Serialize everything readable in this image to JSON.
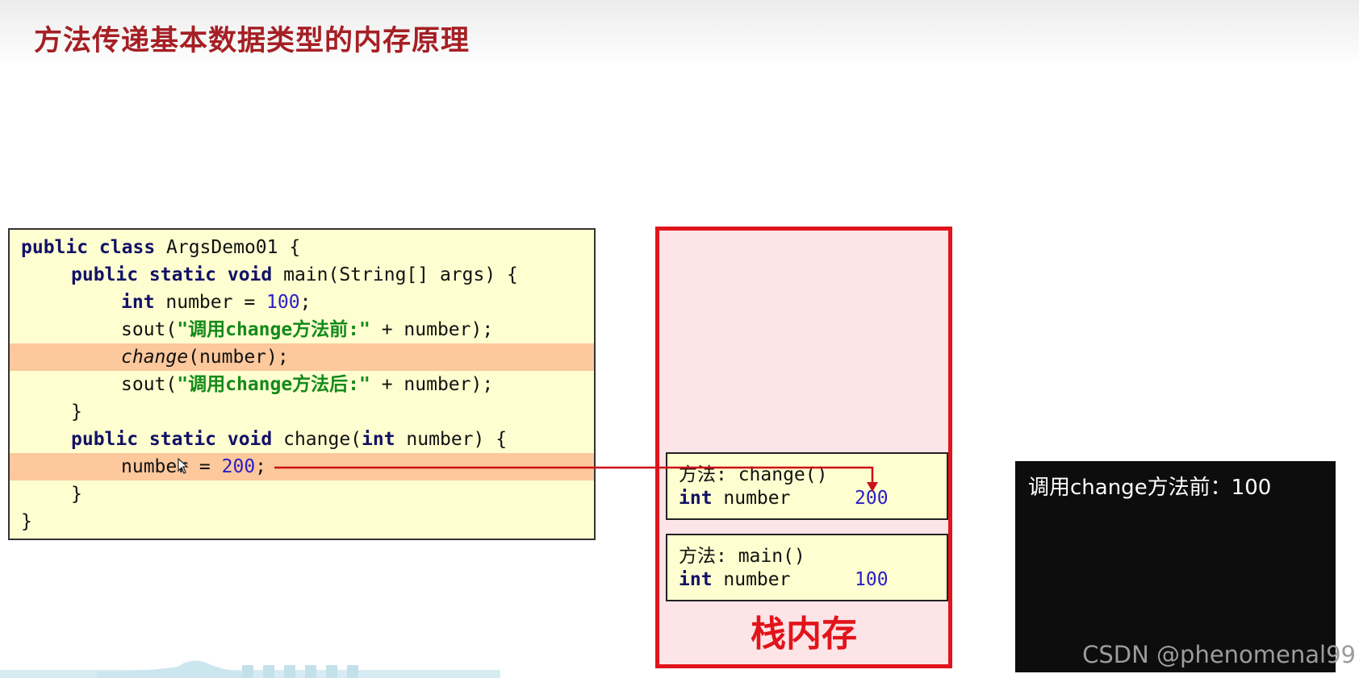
{
  "slide": {
    "title": "方法传递基本数据类型的内存原理"
  },
  "code": {
    "lines": [
      {
        "kw1": "public class",
        "rest": " ArgsDemo01 {"
      },
      {
        "kw1": "public static void",
        "rest": " main(String[] args) {"
      },
      {
        "kw1": "int",
        "rest1": " number = ",
        "num": "100",
        "rest2": ";"
      },
      {
        "pre": "sout(",
        "str": "\"调用change方法前:\"",
        "post": " + number);"
      },
      {
        "call": "change",
        "post": "(number);"
      },
      {
        "pre": "sout(",
        "str": "\"调用change方法后:\"",
        "post": " + number);"
      },
      {
        "text": "}"
      },
      {
        "kw1": "public static void",
        "rest1": " change(",
        "kw2": "int",
        "rest2": " number) {"
      },
      {
        "rest1": "number = ",
        "num": "200",
        "rest2": ";"
      },
      {
        "text": "}"
      },
      {
        "text": "}"
      }
    ]
  },
  "stack": {
    "label": "栈内存",
    "frames": [
      {
        "name": "方法: change()",
        "type": "int",
        "var": " number",
        "value": "200"
      },
      {
        "name": "方法: main()",
        "type": "int",
        "var": " number",
        "value": "100"
      }
    ]
  },
  "console": {
    "output": "调用change方法前：100"
  },
  "watermark": "CSDN @phenomenal99",
  "colors": {
    "title": "#a51f24",
    "stack_border": "#e2141b",
    "highlight": "#fcc89c",
    "code_bg": "#fefed0",
    "arrow": "#cc1118"
  },
  "icons": {
    "cursor": "mouse-pointer-icon",
    "arrow": "arrow-down-icon"
  }
}
